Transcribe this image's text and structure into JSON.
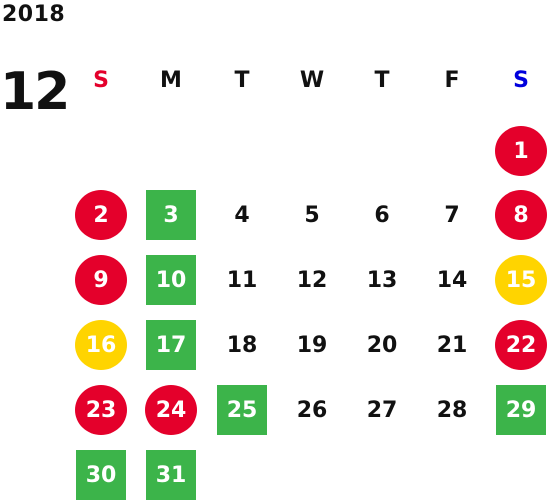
{
  "calendar": {
    "year": "2018",
    "month": "12",
    "weekdays": [
      {
        "label": "S",
        "color": "#e4002b"
      },
      {
        "label": "M",
        "color": "#111111"
      },
      {
        "label": "T",
        "color": "#111111"
      },
      {
        "label": "W",
        "color": "#111111"
      },
      {
        "label": "T",
        "color": "#111111"
      },
      {
        "label": "F",
        "color": "#111111"
      },
      {
        "label": "S",
        "color": "#0000dd"
      }
    ],
    "colors": {
      "holiday_red": "#e4002b",
      "event_yellow": "#ffd400",
      "closed_green": "#3cb44a"
    },
    "days": [
      {
        "label": "1",
        "style": "red"
      },
      {
        "label": "2",
        "style": "red"
      },
      {
        "label": "3",
        "style": "green"
      },
      {
        "label": "4",
        "style": "plain"
      },
      {
        "label": "5",
        "style": "plain"
      },
      {
        "label": "6",
        "style": "plain"
      },
      {
        "label": "7",
        "style": "plain"
      },
      {
        "label": "8",
        "style": "red"
      },
      {
        "label": "9",
        "style": "red"
      },
      {
        "label": "10",
        "style": "green"
      },
      {
        "label": "11",
        "style": "plain"
      },
      {
        "label": "12",
        "style": "plain"
      },
      {
        "label": "13",
        "style": "plain"
      },
      {
        "label": "14",
        "style": "plain"
      },
      {
        "label": "15",
        "style": "yellow"
      },
      {
        "label": "16",
        "style": "yellow"
      },
      {
        "label": "17",
        "style": "green"
      },
      {
        "label": "18",
        "style": "plain"
      },
      {
        "label": "19",
        "style": "plain"
      },
      {
        "label": "20",
        "style": "plain"
      },
      {
        "label": "21",
        "style": "plain"
      },
      {
        "label": "22",
        "style": "red"
      },
      {
        "label": "23",
        "style": "red"
      },
      {
        "label": "24",
        "style": "red"
      },
      {
        "label": "25",
        "style": "green"
      },
      {
        "label": "26",
        "style": "plain"
      },
      {
        "label": "27",
        "style": "plain"
      },
      {
        "label": "28",
        "style": "plain"
      },
      {
        "label": "29",
        "style": "green"
      },
      {
        "label": "30",
        "style": "green"
      },
      {
        "label": "31",
        "style": "green"
      }
    ]
  }
}
